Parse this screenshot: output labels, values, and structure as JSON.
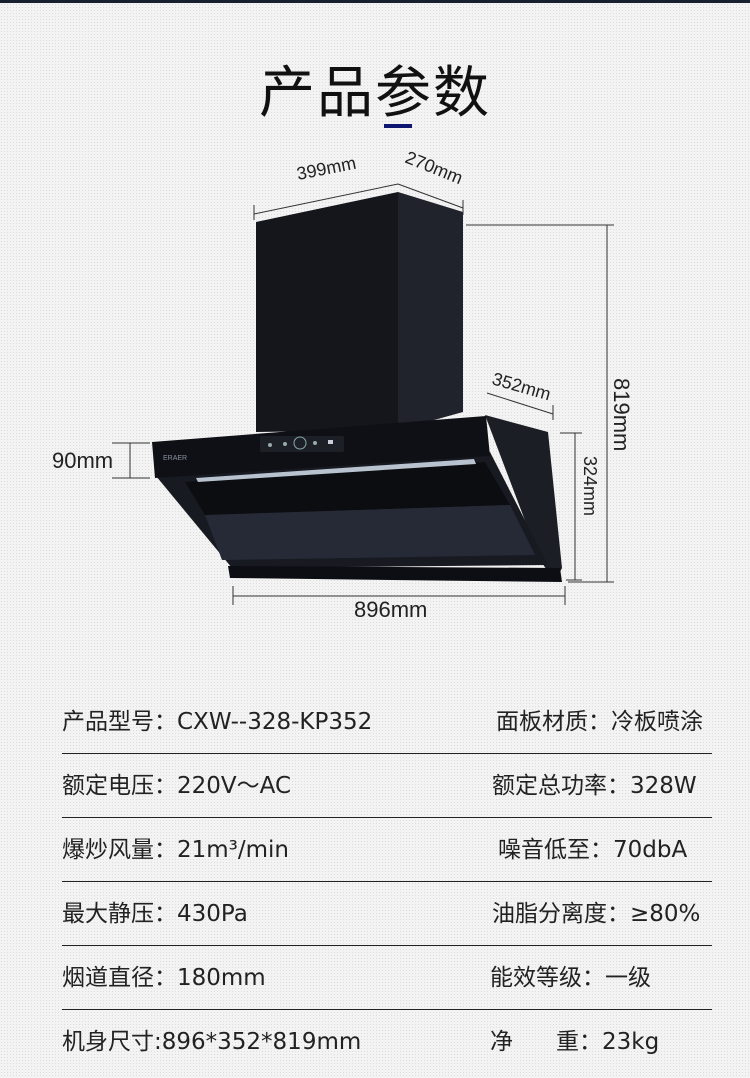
{
  "title": "产品参数",
  "colors": {
    "accent": "#0d1670",
    "product": "#16181f"
  },
  "diagram": {
    "brand_logo": "ERAER",
    "dimensions": {
      "width_top": "399mm",
      "depth_top": "270mm",
      "height_total": "819mm",
      "depth_hood": "352mm",
      "height_hood": "324mm",
      "panel_height": "90mm",
      "width_total": "896mm"
    }
  },
  "specs": [
    {
      "left": "产品型号：CXW--328-KP352",
      "right": "面板材质：冷板喷涂"
    },
    {
      "left": "额定电压：220V～AC",
      "right": "额定总功率：328W"
    },
    {
      "left": "爆炒风量：21m³/min",
      "right": "噪音低至：70dbA"
    },
    {
      "left": "最大静压：430Pa",
      "right": "油脂分离度：≥80%"
    },
    {
      "left": "烟道直径：180mm",
      "right": "能效等级：一级"
    },
    {
      "left": "机身尺寸:896*352*819mm",
      "right_label_a": "净",
      "right_label_b": "重：23kg"
    }
  ]
}
